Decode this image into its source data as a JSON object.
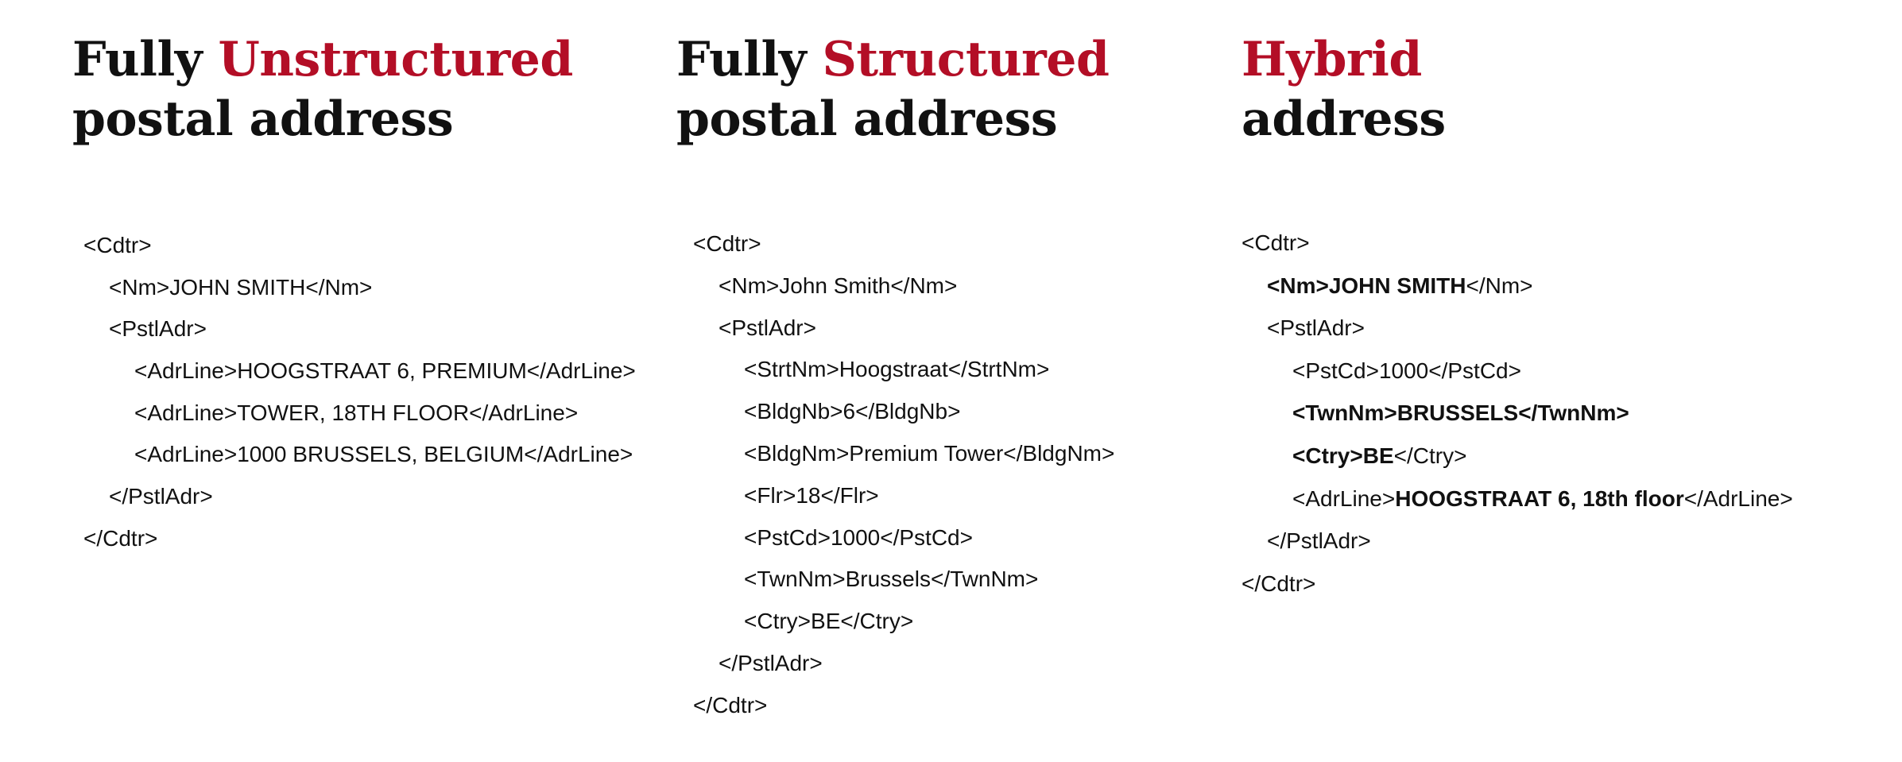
{
  "columns": [
    {
      "heading": {
        "line1_prefix": "Fully ",
        "line1_accent": "Unstructured",
        "line2": "postal address"
      },
      "code_lines": [
        {
          "indent": 0,
          "segments": [
            {
              "text": "<Cdtr>",
              "bold": false
            }
          ]
        },
        {
          "indent": 1,
          "segments": [
            {
              "text": "<Nm>JOHN SMITH</Nm>",
              "bold": false
            }
          ]
        },
        {
          "indent": 1,
          "segments": [
            {
              "text": "<PstlAdr>",
              "bold": false
            }
          ]
        },
        {
          "indent": 2,
          "segments": [
            {
              "text": "<AdrLine>HOOGSTRAAT 6, PREMIUM</AdrLine>",
              "bold": false
            }
          ]
        },
        {
          "indent": 2,
          "segments": [
            {
              "text": "<AdrLine>TOWER, 18TH FLOOR</AdrLine>",
              "bold": false
            }
          ]
        },
        {
          "indent": 2,
          "segments": [
            {
              "text": "<AdrLine>1000 BRUSSELS, BELGIUM</AdrLine>",
              "bold": false
            }
          ]
        },
        {
          "indent": 1,
          "segments": [
            {
              "text": "</PstlAdr>",
              "bold": false
            }
          ]
        },
        {
          "indent": 0,
          "segments": [
            {
              "text": "</Cdtr>",
              "bold": false
            }
          ]
        }
      ]
    },
    {
      "heading": {
        "line1_prefix": "Fully ",
        "line1_accent": "Structured",
        "line2": "postal address"
      },
      "code_lines": [
        {
          "indent": 0,
          "segments": [
            {
              "text": "<Cdtr>",
              "bold": false
            }
          ]
        },
        {
          "indent": 1,
          "segments": [
            {
              "text": "<Nm>John Smith</Nm>",
              "bold": false
            }
          ]
        },
        {
          "indent": 1,
          "segments": [
            {
              "text": "<PstlAdr>",
              "bold": false
            }
          ]
        },
        {
          "indent": 2,
          "segments": [
            {
              "text": "<StrtNm>Hoogstraat</StrtNm>",
              "bold": false
            }
          ]
        },
        {
          "indent": 2,
          "segments": [
            {
              "text": "<BldgNb>6</BldgNb>",
              "bold": false
            }
          ]
        },
        {
          "indent": 2,
          "segments": [
            {
              "text": "<BldgNm>Premium Tower</BldgNm>",
              "bold": false
            }
          ]
        },
        {
          "indent": 2,
          "segments": [
            {
              "text": "<Flr>18</Flr>",
              "bold": false
            }
          ]
        },
        {
          "indent": 2,
          "segments": [
            {
              "text": "<PstCd>1000</PstCd>",
              "bold": false
            }
          ]
        },
        {
          "indent": 2,
          "segments": [
            {
              "text": "<TwnNm>Brussels</TwnNm>",
              "bold": false
            }
          ]
        },
        {
          "indent": 2,
          "segments": [
            {
              "text": "<Ctry>BE</Ctry>",
              "bold": false
            }
          ]
        },
        {
          "indent": 1,
          "segments": [
            {
              "text": "</PstlAdr>",
              "bold": false
            }
          ]
        },
        {
          "indent": 0,
          "segments": [
            {
              "text": "</Cdtr>",
              "bold": false
            }
          ]
        }
      ]
    },
    {
      "heading": {
        "line1_prefix": "",
        "line1_accent": "Hybrid",
        "line2": "address"
      },
      "code_lines": [
        {
          "indent": 0,
          "segments": [
            {
              "text": "<Cdtr>",
              "bold": false
            }
          ]
        },
        {
          "indent": 1,
          "segments": [
            {
              "text": "<Nm>JOHN SMITH",
              "bold": true
            },
            {
              "text": "</Nm>",
              "bold": false
            }
          ]
        },
        {
          "indent": 1,
          "segments": [
            {
              "text": "<PstlAdr>",
              "bold": false
            }
          ]
        },
        {
          "indent": 2,
          "segments": [
            {
              "text": "<PstCd>1000</PstCd>",
              "bold": false
            }
          ]
        },
        {
          "indent": 2,
          "segments": [
            {
              "text": "<TwnNm>BRUSSELS</TwnNm>",
              "bold": true
            }
          ]
        },
        {
          "indent": 2,
          "segments": [
            {
              "text": "<Ctry>BE",
              "bold": true
            },
            {
              "text": "</Ctry>",
              "bold": false
            }
          ]
        },
        {
          "indent": 2,
          "segments": [
            {
              "text": "<AdrLine>",
              "bold": false
            },
            {
              "text": "HOOGSTRAAT 6, 18th floor",
              "bold": true
            },
            {
              "text": "</AdrLine>",
              "bold": false
            }
          ]
        },
        {
          "indent": 1,
          "segments": [
            {
              "text": "</PstlAdr>",
              "bold": false
            }
          ]
        },
        {
          "indent": 0,
          "segments": [
            {
              "text": "</Cdtr>",
              "bold": false
            }
          ]
        }
      ]
    }
  ]
}
